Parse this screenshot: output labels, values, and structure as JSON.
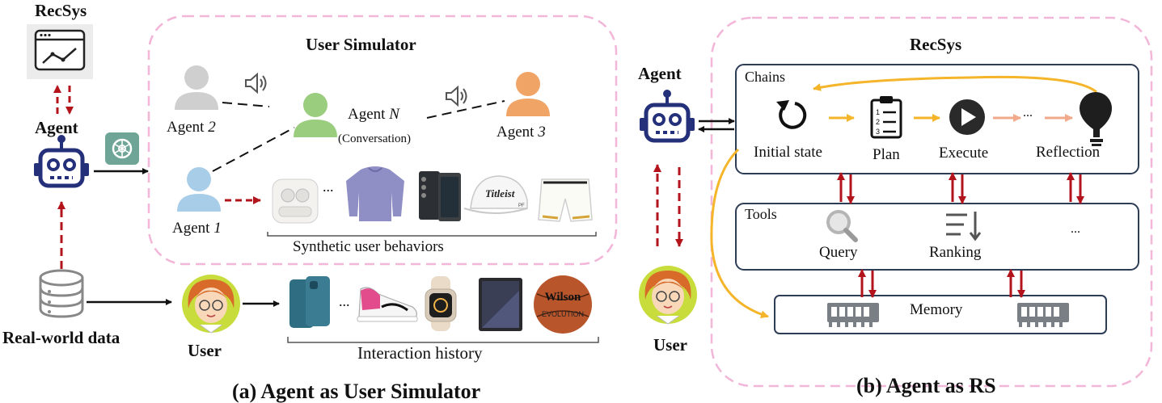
{
  "left_panel": {
    "recsys_label": "RecSys",
    "agent_label": "Agent",
    "realworld_label": "Real-world data",
    "simulator": {
      "title": "User Simulator",
      "agent2_prefix": "Agent ",
      "agent2_num": "2",
      "agentN_prefix": "Agent ",
      "agentN_num": "N",
      "conversation": "(Conversation)",
      "agent3_prefix": "Agent ",
      "agent3_num": "3",
      "agent1_prefix": "Agent ",
      "agent1_num": "1",
      "ellipsis": "...",
      "synthetic_label": "Synthetic user behaviors",
      "product_text_golf": "Titleist",
      "product_text_shorts": "PF"
    },
    "user_label": "User",
    "interaction_ellipsis": "...",
    "interaction_label": "Interaction history",
    "product_text_ball_1": "Wilson",
    "product_text_ball_2": "EVOLUTION",
    "caption": "(a) Agent as User Simulator"
  },
  "right_panel": {
    "title": "RecSys",
    "agent_label": "Agent",
    "user_label": "User",
    "chains": {
      "label": "Chains",
      "steps": [
        "Initial state",
        "Plan",
        "Execute",
        "Reflection"
      ],
      "ellipsis": "..."
    },
    "tools": {
      "label": "Tools",
      "items": [
        "Query",
        "Ranking"
      ],
      "ellipsis": "..."
    },
    "memory": {
      "label": "Memory"
    },
    "caption": "(b) Agent as RS"
  },
  "colors": {
    "pink_dash": "#f2b6d9",
    "red_arrow": "#b3141c",
    "orange_arrow": "#f5b52a",
    "peach_arrow": "#f0a98a",
    "robot_navy": "#24307a",
    "box_border": "#2d3d55",
    "gray_person": "#cfcfcf",
    "green_person": "#9acd7e",
    "orange_person": "#f0a466",
    "blue_person": "#a8cde8",
    "gpt_green": "#6ea596"
  }
}
